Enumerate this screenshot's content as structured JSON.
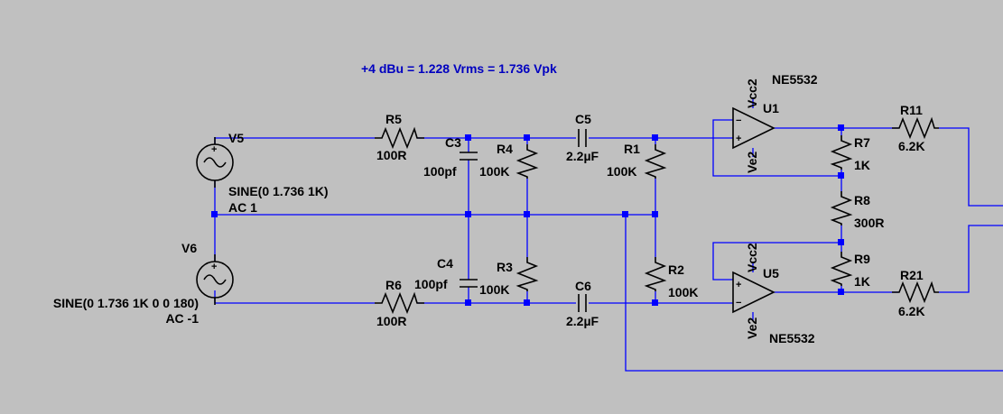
{
  "annotation": "+4 dBu = 1.228 Vrms = 1.736 Vpk",
  "sources": {
    "v5": {
      "name": "V5",
      "value": "SINE(0 1.736 1K)",
      "ac": "AC 1"
    },
    "v6": {
      "name": "V6",
      "value": "SINE(0 1.736 1K 0 0 180)",
      "ac": "AC -1"
    }
  },
  "resistors": {
    "r5": {
      "name": "R5",
      "value": "100R"
    },
    "r6": {
      "name": "R6",
      "value": "100R"
    },
    "r4": {
      "name": "R4",
      "value": "100K"
    },
    "r3": {
      "name": "R3",
      "value": "100K"
    },
    "r1": {
      "name": "R1",
      "value": "100K"
    },
    "r2": {
      "name": "R2",
      "value": "100K"
    },
    "r7": {
      "name": "R7",
      "value": "1K"
    },
    "r8": {
      "name": "R8",
      "value": "300R"
    },
    "r9": {
      "name": "R9",
      "value": "1K"
    },
    "r11": {
      "name": "R11",
      "value": "6.2K"
    },
    "r21": {
      "name": "R21",
      "value": "6.2K"
    }
  },
  "capacitors": {
    "c3": {
      "name": "C3",
      "value": "100pf"
    },
    "c4": {
      "name": "C4",
      "value": "100pf"
    },
    "c5": {
      "name": "C5",
      "value": "2.2µF"
    },
    "c6": {
      "name": "C6",
      "value": "2.2µF"
    }
  },
  "opamps": {
    "u1": {
      "name": "U1",
      "model": "NE5532",
      "vcc": "Vcc2",
      "vee": "Ve2"
    },
    "u5": {
      "name": "U5",
      "model": "NE5532",
      "vcc": "Vcc2",
      "vee": "Ve2"
    }
  },
  "colors": {
    "background": "#c0c0c0",
    "wire": "#0000ff",
    "component": "#000000",
    "comment": "#0000c0"
  }
}
